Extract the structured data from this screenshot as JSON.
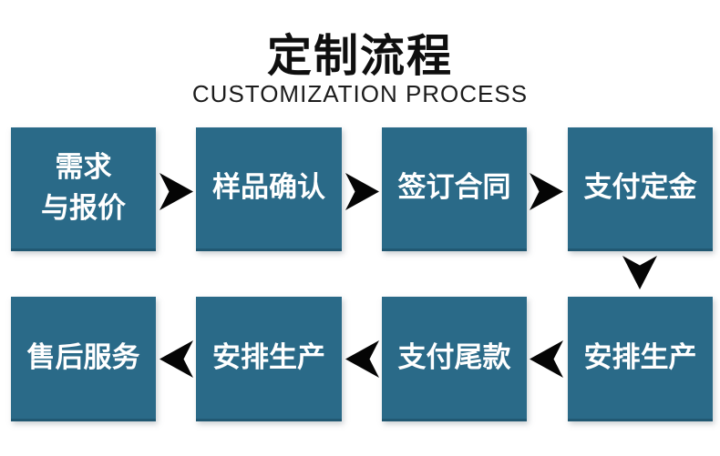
{
  "title": "定制流程",
  "subtitle": "CUSTOMIZATION PROCESS",
  "colors": {
    "background": "#ffffff",
    "box_fill": "#2a6a88",
    "box_edge": "#215872",
    "box_text": "#ffffff",
    "arrow": "#050505",
    "title_text": "#0f0f0f",
    "subtitle_text": "#1c1c1c"
  },
  "flow": {
    "top_row": [
      {
        "lines": [
          "需求",
          "与报价"
        ]
      },
      {
        "lines": [
          "样品确认"
        ]
      },
      {
        "lines": [
          "签订合同"
        ]
      },
      {
        "lines": [
          "支付定金"
        ]
      }
    ],
    "bottom_row": [
      {
        "lines": [
          "售后服务"
        ]
      },
      {
        "lines": [
          "安排生产"
        ]
      },
      {
        "lines": [
          "支付尾款"
        ]
      },
      {
        "lines": [
          "安排生产"
        ]
      }
    ],
    "icons": {
      "right_arrow": "arrow-right-icon",
      "left_arrow": "arrow-left-icon",
      "down_arrow": "arrow-down-icon"
    }
  }
}
